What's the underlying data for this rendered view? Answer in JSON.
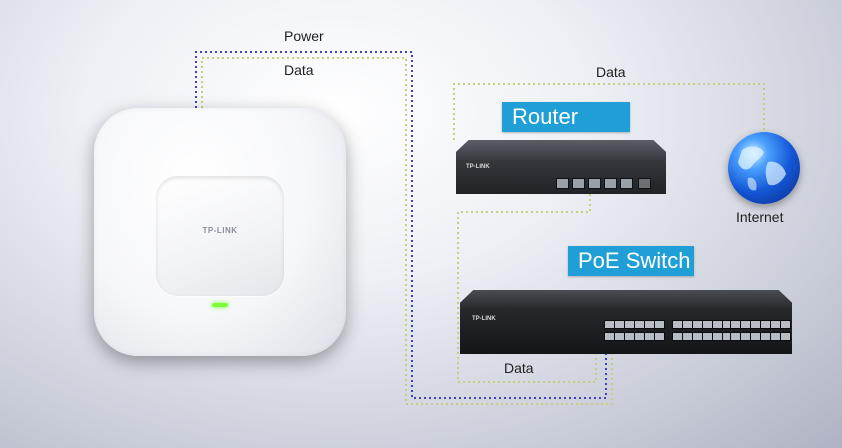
{
  "labels": {
    "power": "Power",
    "data_top_left": "Data",
    "data_top_right": "Data",
    "data_bottom": "Data",
    "internet": "Internet"
  },
  "tags": {
    "router": "Router",
    "poe_switch": "PoE Switch"
  },
  "devices": {
    "ap_brand": "TP-LINK",
    "router_brand": "TP-LINK",
    "switch_brand": "TP-LINK"
  },
  "colors": {
    "tag_bg": "#1f9fd6",
    "power_line": "#3f3fc8",
    "data_line": "#c8cf7a",
    "ap_led": "#7cff3a"
  },
  "icons": {
    "globe": "globe-icon",
    "access_point": "access-point",
    "router": "router",
    "switch": "switch"
  }
}
